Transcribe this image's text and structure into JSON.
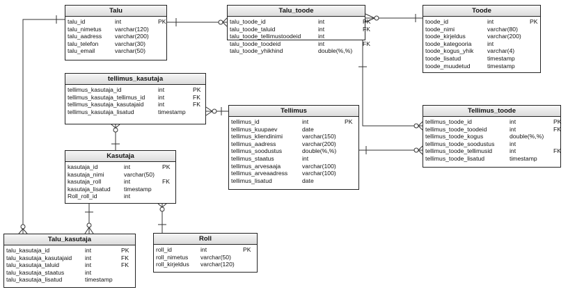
{
  "tables": {
    "talu": {
      "title": "Talu",
      "rows": [
        {
          "name": "talu_id",
          "type": "int",
          "key": "PK"
        },
        {
          "name": "talu_nimetus",
          "type": "varchar(120)",
          "key": ""
        },
        {
          "name": "talu_aadress",
          "type": "varchar(200)",
          "key": ""
        },
        {
          "name": "talu_telefon",
          "type": "varchar(30)",
          "key": ""
        },
        {
          "name": "talu_email",
          "type": "varchar(50)",
          "key": ""
        }
      ]
    },
    "talu_toode": {
      "title": "Talu_toode",
      "rows": [
        {
          "name": "talu_toode_id",
          "type": "int",
          "key": "PK"
        },
        {
          "name": "talu_toode_taluid",
          "type": "int",
          "key": "FK"
        },
        {
          "name": "talu_toode_tellimustoodeid",
          "type": "int",
          "key": ""
        },
        {
          "name": "talu_toode_toodeid",
          "type": "int",
          "key": "FK"
        },
        {
          "name": "talu_toode_yhikhind",
          "type": "double(%,%)",
          "key": ""
        }
      ]
    },
    "toode": {
      "title": "Toode",
      "rows": [
        {
          "name": "toode_id",
          "type": "int",
          "key": "PK"
        },
        {
          "name": "toode_nimi",
          "type": "varchar(80)",
          "key": ""
        },
        {
          "name": "toode_kirjeldus",
          "type": "varchar(200)",
          "key": ""
        },
        {
          "name": "toode_kategooria",
          "type": "int",
          "key": ""
        },
        {
          "name": "toode_kogus_yhik",
          "type": "varchar(4)",
          "key": ""
        },
        {
          "name": "toode_lisatud",
          "type": "timestamp",
          "key": ""
        },
        {
          "name": "toode_muudetud",
          "type": "timestamp",
          "key": ""
        }
      ]
    },
    "tellimus_kasutaja": {
      "title": "tellimus_kasutaja",
      "rows": [
        {
          "name": "tellimus_kasutaja_id",
          "type": "int",
          "key": "PK"
        },
        {
          "name": "tellimus_kasutaja_tellimus_id",
          "type": "int",
          "key": "FK"
        },
        {
          "name": "tellimus_kasutaja_kasutajaid",
          "type": "int",
          "key": "FK"
        },
        {
          "name": "tellimus_kasutaja_lisatud",
          "type": "timestamp",
          "key": ""
        }
      ]
    },
    "tellimus": {
      "title": "Tellimus",
      "rows": [
        {
          "name": "tellimus_id",
          "type": "int",
          "key": "PK"
        },
        {
          "name": "tellimus_kuupaev",
          "type": "date",
          "key": ""
        },
        {
          "name": "tellimus_kliendinimi",
          "type": "varchar(150)",
          "key": ""
        },
        {
          "name": "tellimus_aadress",
          "type": "varchar(200)",
          "key": ""
        },
        {
          "name": "tellimus_soodustus",
          "type": "double(%,%)",
          "key": ""
        },
        {
          "name": "tellimus_staatus",
          "type": "int",
          "key": ""
        },
        {
          "name": "tellimus_arvesaaja",
          "type": "varchar(100)",
          "key": ""
        },
        {
          "name": "tellimus_arveaadress",
          "type": "varchar(100)",
          "key": ""
        },
        {
          "name": "tellimus_lisatud",
          "type": "date",
          "key": ""
        }
      ]
    },
    "tellimus_toode": {
      "title": "Tellimus_toode",
      "rows": [
        {
          "name": "tellimus_toode_id",
          "type": "int",
          "key": "PK"
        },
        {
          "name": "tellimus_toode_toodeid",
          "type": "int",
          "key": "FK"
        },
        {
          "name": "tellimus_toode_kogus",
          "type": "double(%,%)",
          "key": ""
        },
        {
          "name": "tellimus_toode_soodustus",
          "type": "int",
          "key": ""
        },
        {
          "name": "tellimus_toode_tellimusid",
          "type": "int",
          "key": "FK"
        },
        {
          "name": "tellimus_toode_lisatud",
          "type": "timestamp",
          "key": ""
        }
      ]
    },
    "kasutaja": {
      "title": "Kasutaja",
      "rows": [
        {
          "name": "kasutaja_id",
          "type": "int",
          "key": "PK"
        },
        {
          "name": "kasutaja_nimi",
          "type": "varchar(50)",
          "key": ""
        },
        {
          "name": "kasutaja_roll",
          "type": "int",
          "key": "FK"
        },
        {
          "name": "kasutaja_lisatud",
          "type": "timestamp",
          "key": ""
        },
        {
          "name": "Roll_roll_id",
          "type": "int",
          "key": ""
        }
      ]
    },
    "talu_kasutaja": {
      "title": "Talu_kasutaja",
      "rows": [
        {
          "name": "talu_kasutaja_id",
          "type": "int",
          "key": "PK"
        },
        {
          "name": "talu_kasutaja_kasutajaid",
          "type": "int",
          "key": "FK"
        },
        {
          "name": "talu_kasutaja_taluid",
          "type": "int",
          "key": "FK"
        },
        {
          "name": "talu_kasutaja_staatus",
          "type": "int",
          "key": ""
        },
        {
          "name": "talu_kasutaja_lisatud",
          "type": "timestamp",
          "key": ""
        }
      ]
    },
    "roll": {
      "title": "Roll",
      "rows": [
        {
          "name": "roll_id",
          "type": "int",
          "key": "PK"
        },
        {
          "name": "roll_nimetus",
          "type": "varchar(50)",
          "key": ""
        },
        {
          "name": "roll_kirjeldus",
          "type": "varchar(120)",
          "key": ""
        }
      ]
    }
  }
}
